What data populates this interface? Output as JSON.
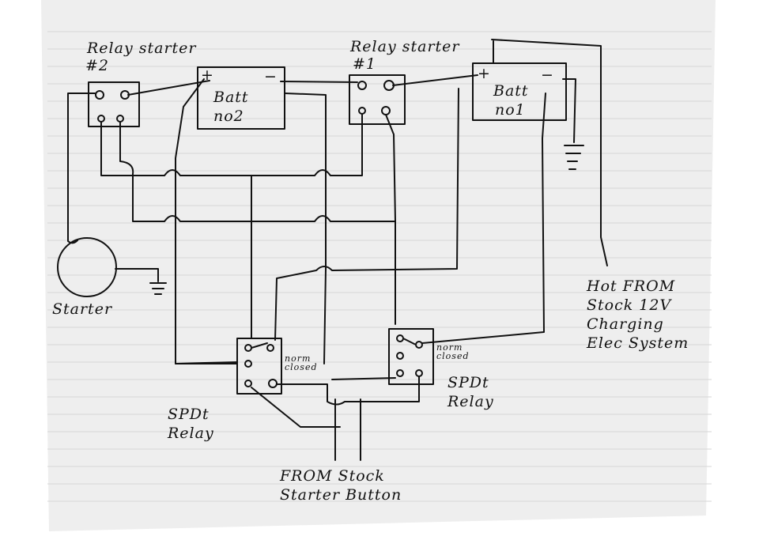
{
  "labels": {
    "relay2_title": "Relay starter",
    "relay2_num": "#2",
    "relay1_title": "Relay starter",
    "relay1_num": "#1",
    "batt2_line1": "Batt",
    "batt2_line2": "no2",
    "batt1_line1": "Batt",
    "batt1_line2": "no1",
    "batt2_plus": "+",
    "batt2_minus": "−",
    "batt1_plus": "+",
    "batt1_minus": "−",
    "starter": "Starter",
    "spdt_left_nc": "norm\nclosed",
    "spdt_right_nc": "norm\nclosed",
    "spdt_left_label": "SPDt\nRelay",
    "spdt_right_label": "SPDt\nRelay",
    "hot_from": "Hot FROM\nStock 12V\nCharging\nElec System",
    "from_button": "FROM Stock\nStarter Button"
  }
}
